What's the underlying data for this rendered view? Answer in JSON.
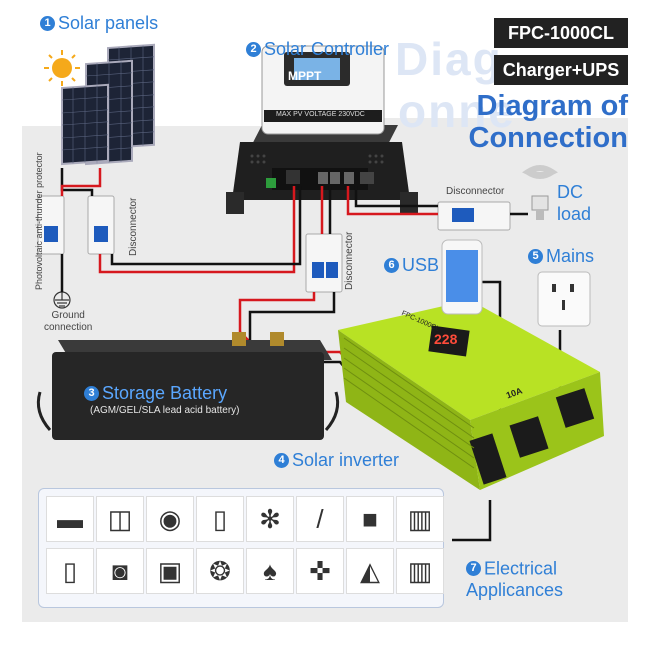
{
  "labels": {
    "solar_panels": {
      "num": "1",
      "text": "Solar panels"
    },
    "solar_controller": {
      "num": "2",
      "text": "Solar Controller"
    },
    "storage_battery": {
      "num": "3",
      "text": "Storage Battery"
    },
    "battery_sub": "(AGM/GEL/SLA lead acid battery)",
    "solar_inverter": {
      "num": "4",
      "text": "Solar inverter"
    },
    "mains": {
      "num": "5",
      "text": "Mains"
    },
    "usb": {
      "num": "6",
      "text": "USB"
    },
    "appliances": {
      "num": "7",
      "text_line1": "Electrical",
      "text_line2": "Applicances"
    },
    "dc_load_line1": "DC",
    "dc_load_line2": "load"
  },
  "tags": {
    "model": "FPC-1000CL",
    "mode": "Charger+UPS"
  },
  "title": {
    "line1": "Diagram of",
    "line2": "Connection"
  },
  "small_text": {
    "protector": "Photovoltaic anti-thunder protector",
    "disconnector_1": "Disconnector",
    "disconnector_2": "Disconnector",
    "disconnector_3": "Disconnector",
    "ground_line1": "Ground",
    "ground_line2": "connection",
    "controller_brand": "MPPT",
    "controller_strip": "MAX PV VOLTAGE 230VDC",
    "inverter_display": "228",
    "inverter_model": "FPC-1000CL",
    "inverter_badge": "10A"
  },
  "appliance_icons": [
    "tv-icon",
    "laptop-icon",
    "camera-icon",
    "air-cooler-icon",
    "fan-icon",
    "soldering-iron-icon",
    "video-camera-icon",
    "washing-machine-icon",
    "tablet-icon",
    "camcorder-icon",
    "desktop-pc-icon",
    "cfl-bulb-icon",
    "table-lamp-icon",
    "box-fan-icon",
    "range-hood-icon",
    "refrigerator-icon"
  ],
  "colors": {
    "accent": "#2f7fd6",
    "title": "#2f6ec9",
    "inverter": "#a8d81c",
    "wire_red": "#d6181e",
    "wire_black": "#111111"
  }
}
